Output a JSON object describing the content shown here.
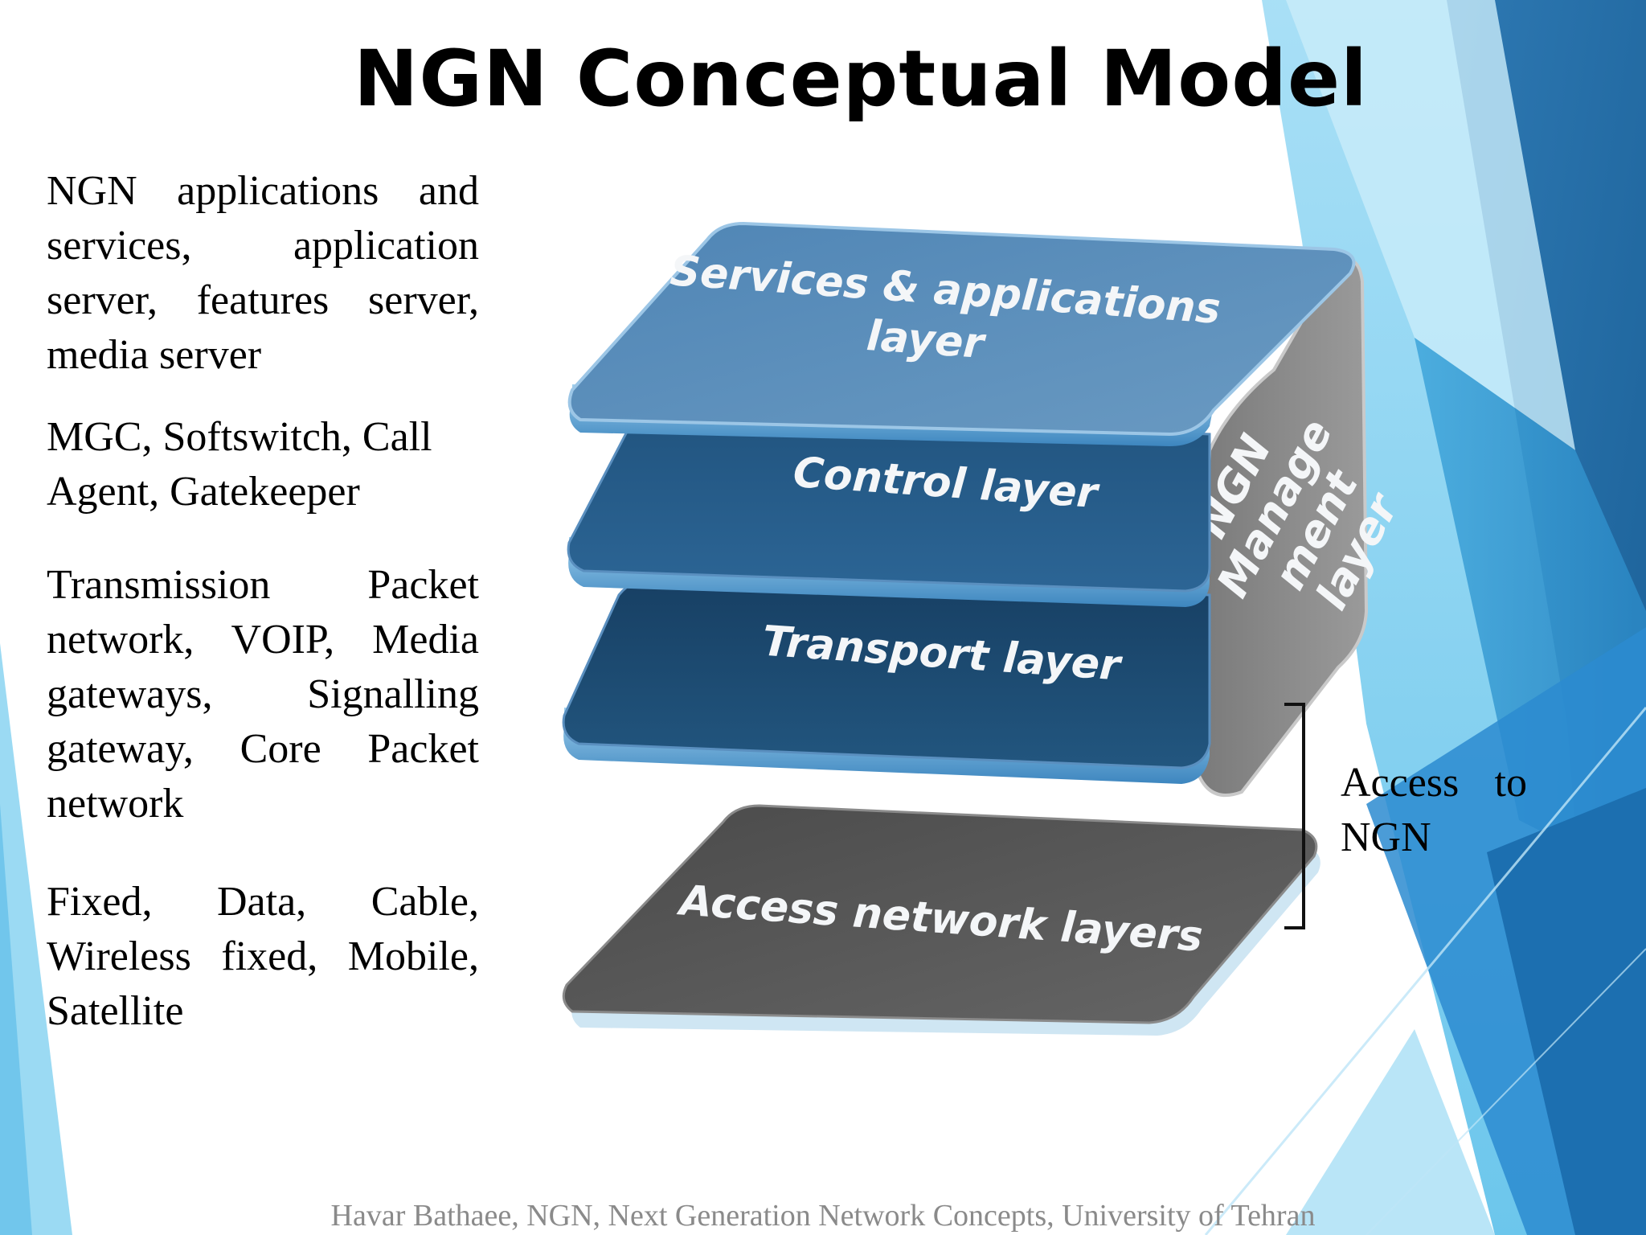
{
  "slide": {
    "title": "NGN Conceptual Model",
    "descriptions": [
      "NGN applications and services, application server, features server, media server",
      "MGC, Softswitch, Call Agent, Gatekeeper",
      "Transmission Packet network, VOIP, Media gateways, Signalling gateway, Core Packet network",
      "Fixed, Data, Cable, Wireless fixed, Mobile, Satellite"
    ],
    "footer": "Havar Bathaee, NGN, Next Generation Network Concepts, University of Tehran"
  },
  "diagram": {
    "layers": {
      "services_line1": "Services & applications",
      "services_line2": "layer",
      "control": "Control layer",
      "transport": "Transport layer",
      "access": "Access network layers"
    },
    "management": {
      "line1": "NGN",
      "line2": "Manage",
      "line3": "ment",
      "line4": "layer"
    },
    "access_bracket_label_line1": "Access to",
    "access_bracket_label_line2": "NGN"
  },
  "colors": {
    "services_layer": "#5b8fba",
    "control_layer": "#275d88",
    "transport_layer": "#1d4c73",
    "access_layer": "#575757",
    "management_layer": "#8b8b8b",
    "accent_light_blue": "#7fd0f0",
    "accent_dark_blue": "#1f6fa8"
  }
}
